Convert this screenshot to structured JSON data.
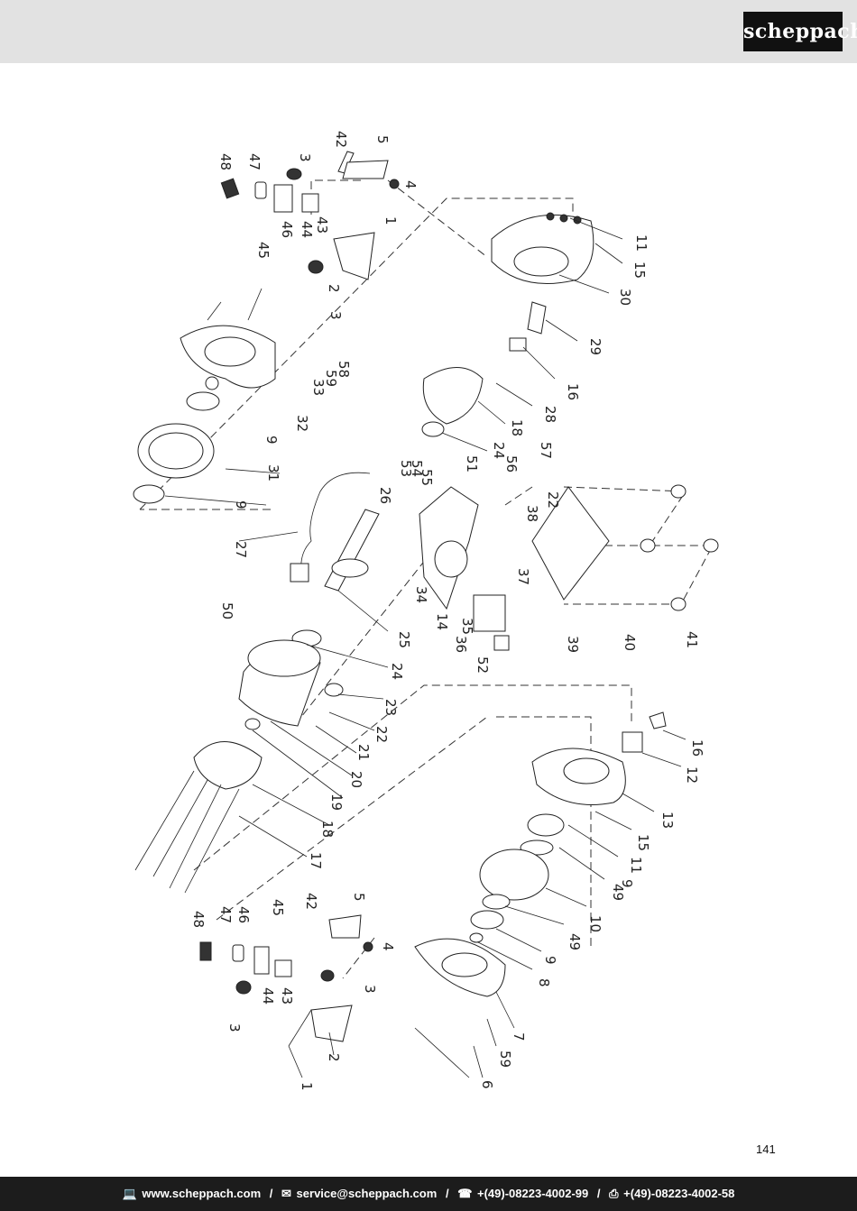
{
  "header": {
    "logo_text": "scheppach"
  },
  "diagram": {
    "callouts": [
      "48",
      "47",
      "3",
      "42",
      "5",
      "4",
      "1",
      "43",
      "44",
      "46",
      "45",
      "2",
      "3",
      "11",
      "15",
      "30",
      "29",
      "16",
      "28",
      "18",
      "24",
      "58",
      "59",
      "33",
      "32",
      "9",
      "31",
      "9",
      "53",
      "54",
      "55",
      "51",
      "56",
      "57",
      "22",
      "38",
      "26",
      "27",
      "37",
      "34",
      "14",
      "35",
      "36",
      "52",
      "39",
      "40",
      "41",
      "50",
      "25",
      "24",
      "23",
      "22",
      "21",
      "20",
      "19",
      "18",
      "17",
      "16",
      "12",
      "13",
      "15",
      "11",
      "9",
      "49",
      "10",
      "49",
      "9",
      "8",
      "7",
      "59",
      "6",
      "48",
      "47",
      "46",
      "45",
      "42",
      "5",
      "4",
      "3",
      "44",
      "43",
      "3",
      "2",
      "1"
    ]
  },
  "page": {
    "number": "141"
  },
  "footer": {
    "web": "www.scheppach.com",
    "email": "service@scheppach.com",
    "phone": "+(49)-08223-4002-99",
    "fax": "+(49)-08223-4002-58",
    "web_icon": "computer-icon",
    "email_icon": "email-icon",
    "phone_icon": "phone-icon",
    "fax_icon": "fax-icon"
  }
}
